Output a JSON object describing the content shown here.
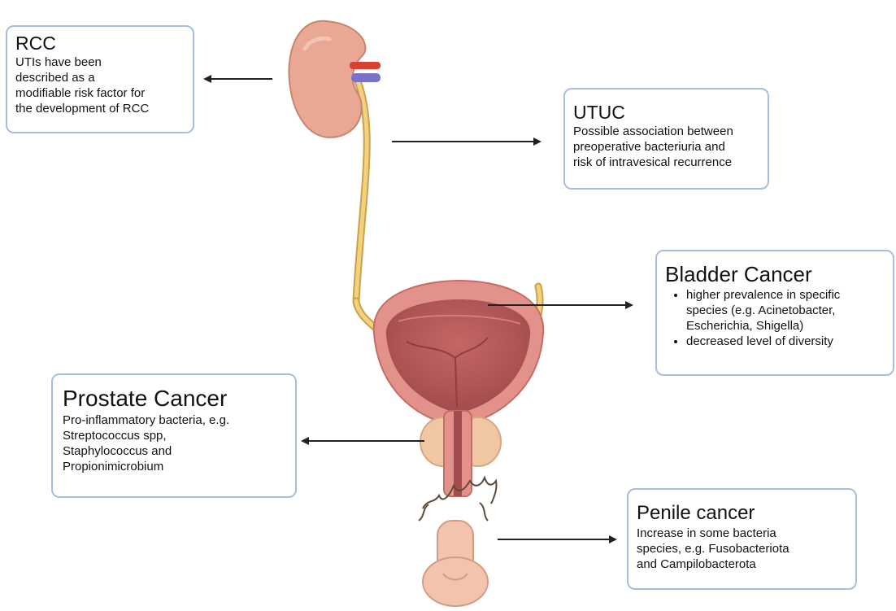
{
  "boxes": {
    "rcc": {
      "title": "RCC",
      "lines": [
        "UTIs have been",
        "described as a",
        "modifiable risk factor for",
        "the development of RCC"
      ]
    },
    "utuc": {
      "title": "UTUC",
      "lines": [
        "Possible association between",
        "preoperative bacteriuria and",
        "risk of intravesical recurrence"
      ]
    },
    "bladder": {
      "title": "Bladder Cancer",
      "bullets": [
        [
          "higher prevalence in specific",
          "species (e.g. Acinetobacter,",
          "Escherichia, Shigella)"
        ],
        [
          "decreased level of diversity"
        ]
      ]
    },
    "prostate": {
      "title": "Prostate Cancer",
      "lines": [
        "Pro-inflammatory bacteria, e.g.",
        "Streptococcus spp,",
        "Staphylococcus and",
        "Propionimicrobium"
      ]
    },
    "penile": {
      "title": "Penile cancer",
      "lines": [
        "Increase in some bacteria",
        "species, e.g. Fusobacteriota",
        "and Campilobacterota"
      ]
    }
  },
  "colors": {
    "box_border": "#a9bde0",
    "arrow": "#222222",
    "kidney": "#e6a691",
    "ureter": "#e8c46a",
    "bladder_wall": "#e3928b",
    "bladder_inner": "#b85a5b",
    "artery": "#d8402f",
    "vein": "#7a72c8"
  },
  "icons": [
    "kidney-icon",
    "ureter-icon",
    "bladder-icon",
    "prostate-icon",
    "penis-icon"
  ]
}
